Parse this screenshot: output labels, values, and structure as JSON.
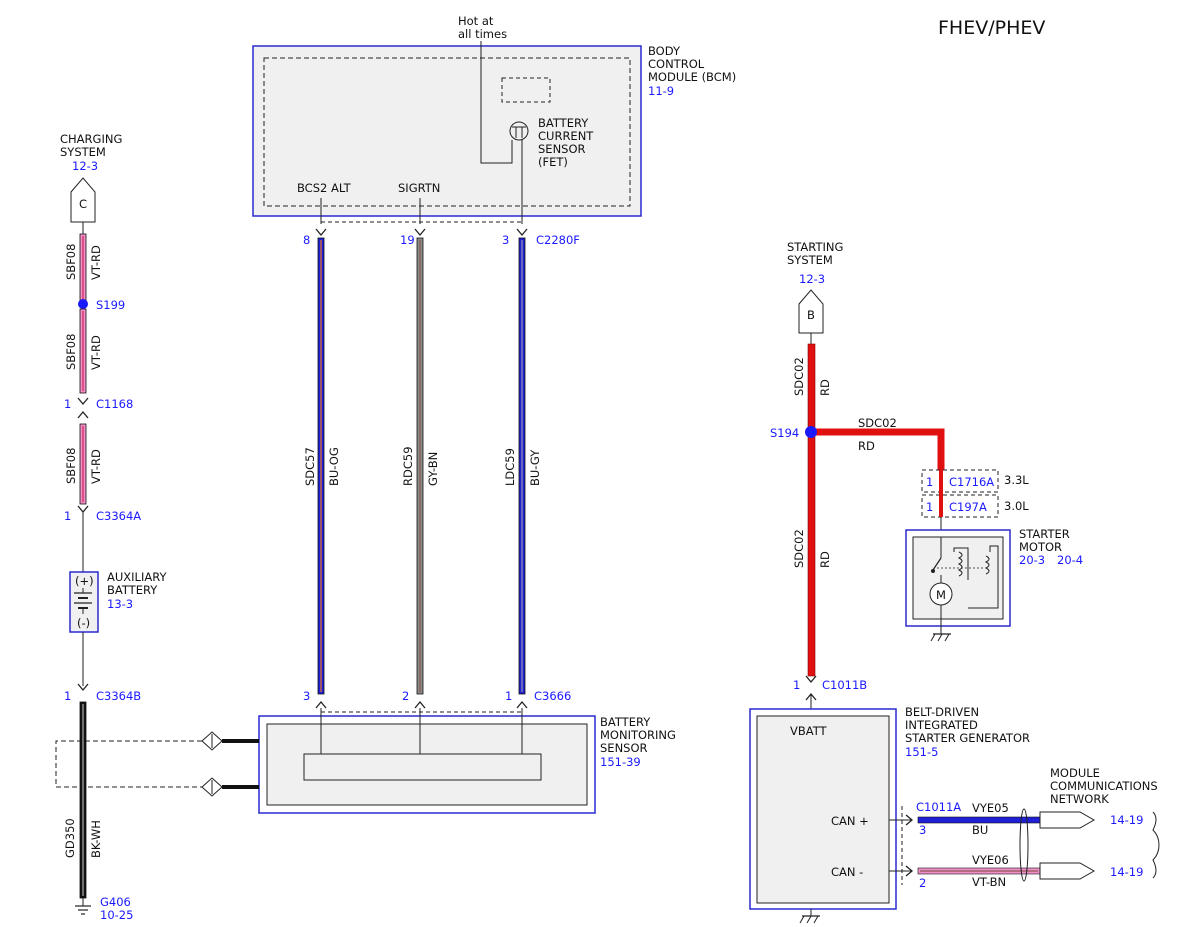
{
  "title": "FHEV/PHEV",
  "colors": {
    "ref_text": "#1a1aff",
    "wire_blue": "#1f1fd6",
    "wire_red": "#e01010",
    "wire_pink": "#e070b0",
    "wire_black": "#111111",
    "wire_gray_brown": "#8a5a4a",
    "module_fill": "#f0f0f0",
    "module_border": "#2a2ad0"
  },
  "bcm": {
    "name_line1": "BODY",
    "name_line2": "CONTROL",
    "name_line3": "MODULE (BCM)",
    "ref": "11-9",
    "hot_line1": "Hot at",
    "hot_line2": "all times",
    "sensor_line1": "BATTERY",
    "sensor_line2": "CURRENT",
    "sensor_line3": "SENSOR",
    "sensor_line4": "(FET)",
    "pin_bcs2": "BCS2 ALT",
    "pin_sigrtn": "SIGRTN",
    "pin_num_a": "8",
    "pin_num_b": "19",
    "pin_num_c": "3",
    "connector": "C2280F"
  },
  "bms_wires": [
    {
      "circuit": "SDC57",
      "color": "BU-OG"
    },
    {
      "circuit": "RDC59",
      "color": "GY-BN"
    },
    {
      "circuit": "LDC59",
      "color": "BU-GY"
    }
  ],
  "bms": {
    "name_line1": "BATTERY",
    "name_line2": "MONITORING",
    "name_line3": "SENSOR",
    "ref": "151-39",
    "pin_a": "3",
    "pin_b": "2",
    "pin_c": "1",
    "connector": "C3666"
  },
  "charging": {
    "name_line1": "CHARGING",
    "name_line2": "SYSTEM",
    "ref": "12-3",
    "letter": "C",
    "circuit": "SBF08",
    "color": "VT-RD",
    "splice": "S199",
    "c1168_pin": "1",
    "c1168": "C1168",
    "c3364a_pin": "1",
    "c3364a": "C3364A",
    "c3364b_pin": "1",
    "c3364b": "C3364B"
  },
  "aux_battery": {
    "name_line1": "AUXILIARY",
    "name_line2": "BATTERY",
    "ref": "13-3",
    "plus": "(+)",
    "minus": "(-)"
  },
  "ground": {
    "circuit": "GD350",
    "color": "BK-WH",
    "name": "G406",
    "ref": "10-25"
  },
  "starting": {
    "name_line1": "STARTING",
    "name_line2": "SYSTEM",
    "ref": "12-3",
    "letter": "B",
    "circuit": "SDC02",
    "color": "RD",
    "splice": "S194",
    "c1716a_pin": "1",
    "c1716a": "C1716A",
    "engine_a": "3.3L",
    "c197a_pin": "1",
    "c197a": "C197A",
    "engine_b": "3.0L",
    "c1011b_pin": "1",
    "c1011b": "C1011B"
  },
  "starter_motor": {
    "name_line1": "STARTER",
    "name_line2": "MOTOR",
    "ref_a": "20-3",
    "ref_b": "20-4",
    "motor_letter": "M"
  },
  "bisg": {
    "name_line1": "BELT-DRIVEN",
    "name_line2": "INTEGRATED",
    "name_line3": "STARTER GENERATOR",
    "ref": "151-5",
    "vbatt": "VBATT",
    "can_plus": "CAN +",
    "can_minus": "CAN -",
    "connector": "C1011A",
    "pin_plus": "3",
    "pin_minus": "2",
    "wire_plus_circuit": "VYE05",
    "wire_plus_color": "BU",
    "wire_minus_circuit": "VYE06",
    "wire_minus_color": "VT-BN"
  },
  "network": {
    "name_line1": "MODULE",
    "name_line2": "COMMUNICATIONS",
    "name_line3": "NETWORK",
    "ref_a": "14-19",
    "ref_b": "14-19"
  }
}
